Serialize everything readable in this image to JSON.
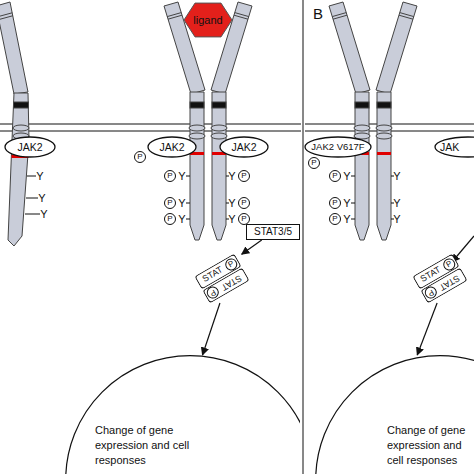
{
  "diagram": {
    "nodes": [
      {
        "text": [
          "ligand"
        ]
      },
      {
        "text": [
          "JAK2"
        ]
      },
      {
        "text": [
          "JAK2"
        ]
      },
      {
        "text": [
          "JAK2"
        ]
      },
      {
        "text": [
          "STAT3/5"
        ]
      },
      {
        "text": [
          "STAT"
        ]
      },
      {
        "text": [
          "STAT"
        ]
      },
      {
        "text": [
          "Change of gene expression and cell responses"
        ]
      },
      {
        "text": [
          "JAK2 V617F"
        ]
      },
      {
        "text": [
          "JAK"
        ]
      },
      {
        "text": [
          "STAT"
        ]
      },
      {
        "text": [
          "STAT"
        ]
      },
      {
        "text": [
          "Change of gene expression and cell responses"
        ]
      }
    ],
    "edges": [
      {
        "from": 4,
        "to": 5,
        "arrow": "to"
      },
      {
        "from": 6,
        "to": 7,
        "arrow": "to"
      },
      {
        "from": 11,
        "to": 12,
        "arrow": "to"
      }
    ],
    "labels": [
      "Y",
      "Y",
      "Y",
      "P",
      "P",
      "Y",
      "P",
      "Y",
      "P",
      "Y",
      "Y",
      "P",
      "Y",
      "P",
      "Y",
      "P",
      "P",
      "P",
      "B",
      "P",
      "P",
      "Y",
      "P",
      "Y",
      "P",
      "Y",
      "Y",
      "Y",
      "Y",
      "P",
      "P"
    ]
  }
}
